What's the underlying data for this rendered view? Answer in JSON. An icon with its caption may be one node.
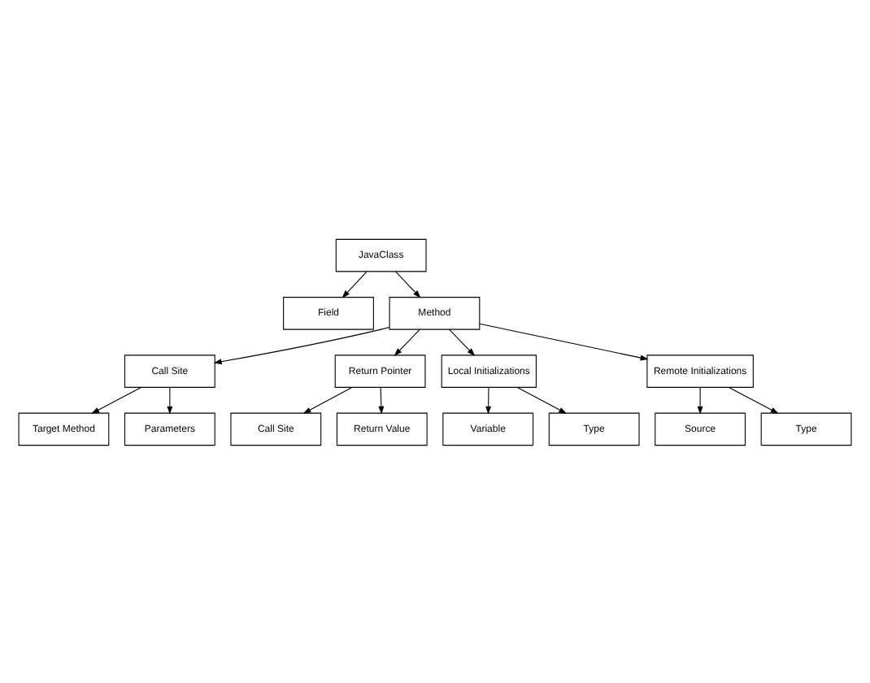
{
  "diagram": {
    "nodes": [
      {
        "text": [
          "JavaClass"
        ]
      },
      {
        "text": [
          "Field"
        ]
      },
      {
        "text": [
          "Method"
        ]
      },
      {
        "text": [
          "Target Method"
        ]
      },
      {
        "text": [
          "Parameters"
        ]
      },
      {
        "text": [
          "Call Site"
        ]
      },
      {
        "text": [
          "Call Site"
        ]
      },
      {
        "text": [
          "Return Value"
        ]
      },
      {
        "text": [
          "Return Pointer"
        ]
      },
      {
        "text": [
          "Variable"
        ]
      },
      {
        "text": [
          "Type"
        ]
      },
      {
        "text": [
          "Local Initializations"
        ]
      },
      {
        "text": [
          "Source"
        ]
      },
      {
        "text": [
          "Type"
        ]
      },
      {
        "text": [
          "Remote Initializations"
        ]
      }
    ],
    "edges": [
      {
        "from": 0,
        "to": 1,
        "arrow": "to"
      },
      {
        "from": 0,
        "to": 2,
        "arrow": "to"
      },
      {
        "from": 2,
        "to": 5,
        "arrow": "to"
      },
      {
        "from": 2,
        "to": 8,
        "arrow": "to"
      },
      {
        "from": 2,
        "to": 11,
        "arrow": "to"
      },
      {
        "from": 2,
        "to": 14,
        "arrow": "to"
      },
      {
        "from": 5,
        "to": 3,
        "arrow": "to"
      },
      {
        "from": 5,
        "to": 4,
        "arrow": "to"
      },
      {
        "from": 8,
        "to": 6,
        "arrow": "to"
      },
      {
        "from": 8,
        "to": 7,
        "arrow": "to"
      },
      {
        "from": 11,
        "to": 9,
        "arrow": "to"
      },
      {
        "from": 11,
        "to": 10,
        "arrow": "to"
      },
      {
        "from": 14,
        "to": 12,
        "arrow": "to"
      },
      {
        "from": 14,
        "to": 13,
        "arrow": "to"
      }
    ]
  }
}
